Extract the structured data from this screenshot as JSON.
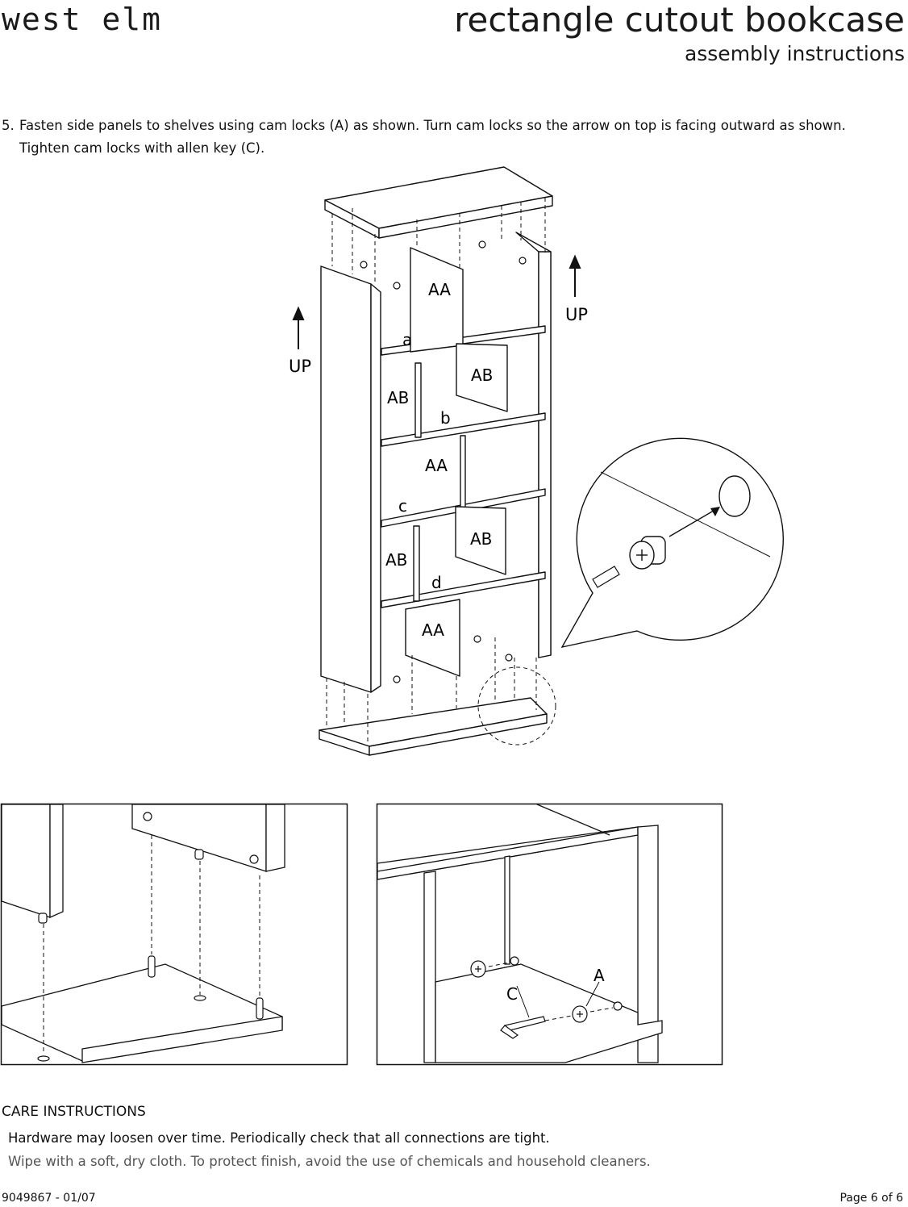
{
  "header": {
    "brand": "west elm",
    "title": "rectangle cutout bookcase",
    "subtitle": "assembly instructions"
  },
  "step": {
    "number": "5.",
    "line1": "Fasten side panels to shelves using cam locks (A) as shown.  Turn cam locks so the arrow on top is facing outward as shown.",
    "line2": "Tighten cam locks with allen key (C)."
  },
  "diagram": {
    "up_left": "UP",
    "up_right": "UP",
    "shelf_labels": [
      "a",
      "b",
      "c",
      "d"
    ],
    "divider_labels": [
      "AA",
      "AB",
      "AB",
      "AA",
      "AB",
      "AB",
      "AA"
    ],
    "detail_labels": {
      "cam_lock": "A",
      "allen_key": "C"
    }
  },
  "care": {
    "heading": "CARE INSTRUCTIONS",
    "line1": "Hardware may loosen over time. Periodically check that all connections are tight.",
    "line2": "Wipe with a soft, dry cloth. To protect finish, avoid the use of chemicals and household cleaners."
  },
  "footer": {
    "code": "9049867 - 01/07",
    "page": "Page  6 of 6"
  }
}
